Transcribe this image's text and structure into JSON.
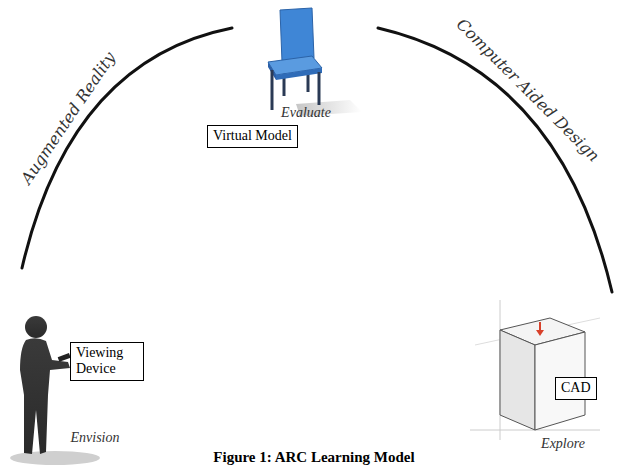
{
  "diagram": {
    "caption": "Figure 1: ARC Learning Model",
    "nodes": [
      {
        "text": [
          "Virtual Model"
        ]
      },
      {
        "text": [
          "Viewing Device"
        ]
      },
      {
        "text": [
          "CAD"
        ]
      }
    ],
    "labels": [
      "Augmented Reality",
      "Computer Aided Design",
      "Evaluate",
      "Envision",
      "Explore"
    ]
  }
}
